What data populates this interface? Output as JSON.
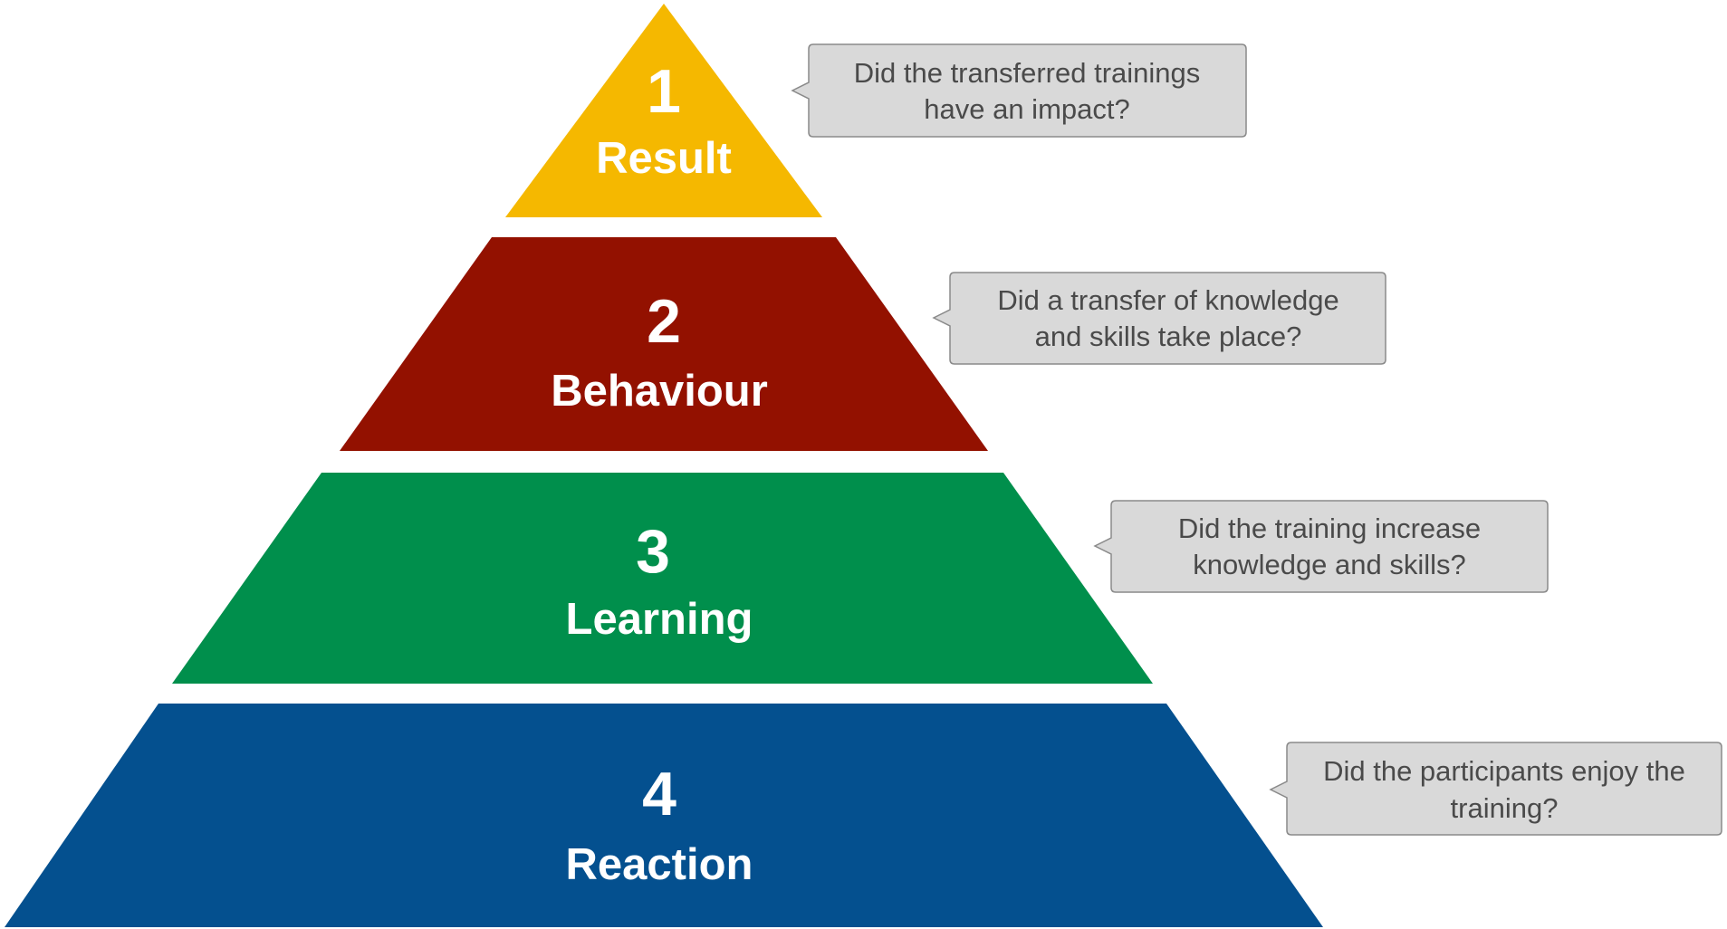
{
  "levels": [
    {
      "number": "1",
      "name": "Result",
      "color": "#F5B800",
      "question_lines": [
        "Did the transferred trainings",
        "have an impact?"
      ]
    },
    {
      "number": "2",
      "name": "Behaviour",
      "color": "#931100",
      "question_lines": [
        "Did a transfer of knowledge",
        "and skills take place?"
      ]
    },
    {
      "number": "3",
      "name": "Learning",
      "color": "#008F4C",
      "question_lines": [
        "Did the training increase",
        "knowledge and skills?"
      ]
    },
    {
      "number": "4",
      "name": "Reaction",
      "color": "#04508F",
      "question_lines": [
        "Did the participants enjoy the",
        "training?"
      ]
    }
  ],
  "bubble_fill": "#D9D9D9",
  "bubble_border": "#8A8A8A",
  "bubble_text_color": "#4A4A4A"
}
